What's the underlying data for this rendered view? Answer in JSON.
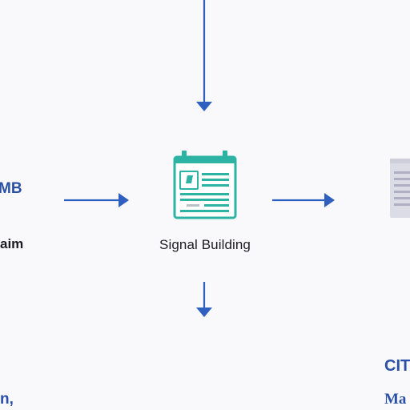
{
  "colors": {
    "arrow": "#2f5fbf",
    "icon_teal": "#2cb3a4",
    "icon_gray": "#d6d6e0",
    "text_dark": "#1c1c22",
    "text_blue": "#2a4fa6",
    "background": "#f9f9fb"
  },
  "center_node": {
    "label": "Signal Building",
    "icon": "calendar-document-icon"
  },
  "left_node": {
    "top_text": "MB",
    "mid_text": "aim",
    "bottom_text": "n,"
  },
  "right_node": {
    "icon": "document-icon",
    "top_text": "CIT",
    "bottom_text": "Ma"
  }
}
